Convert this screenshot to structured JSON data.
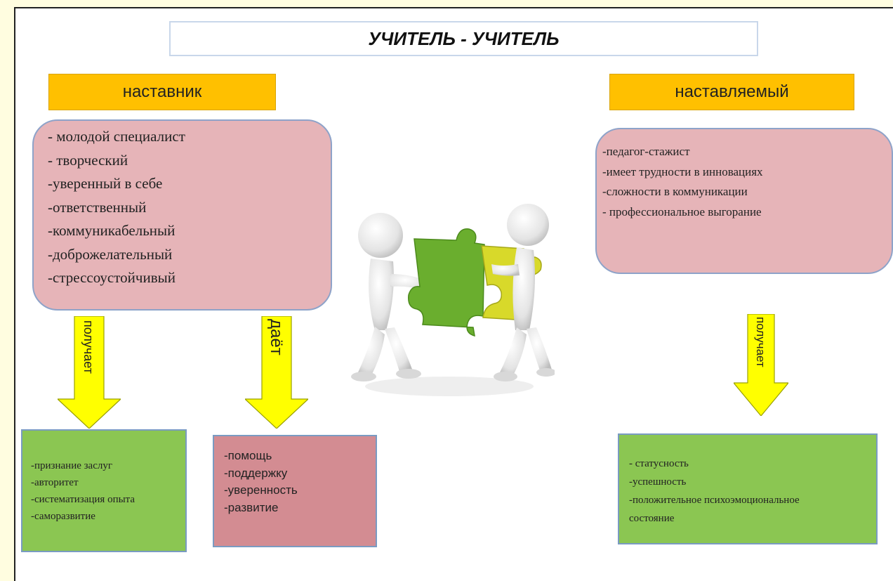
{
  "title": "УЧИТЕЛЬ - УЧИТЕЛЬ",
  "mentor": {
    "label": "наставник",
    "traits": [
      "- молодой специалист",
      "- творческий",
      "-уверенный в себе",
      "-ответственный",
      "-коммуникабельный",
      "-доброжелательный",
      "-стрессоустойчивый"
    ],
    "receives_label": "получает",
    "gives_label": "даёт",
    "receives": [
      "-признание заслуг",
      "-авторитет",
      "-систематизация опыта",
      "-саморазвитие"
    ],
    "gives": [
      "-помощь",
      "-поддержку",
      "-уверенность",
      "-развитие"
    ]
  },
  "mentee": {
    "label": "наставляемый",
    "traits": [
      "-педагог-стажист",
      "-имеет трудности  в инновациях",
      "-сложности в коммуникации",
      "- профессиональное выгорание"
    ],
    "receives_label": "получает",
    "receives": [
      "- статусность",
      "-успешность",
      "-положительное психоэмоциональное",
      "состояние"
    ]
  },
  "colors": {
    "role_fill": "#ffc000",
    "traits_fill": "#e6b4b8",
    "arrow_fill": "#ffff00",
    "green_fill": "#8bc652",
    "red_fill": "#d38c92",
    "puzzle_green": "#6aae2e",
    "puzzle_yellow": "#d8d92a"
  },
  "illustration": "two-figures-joining-puzzle-pieces"
}
